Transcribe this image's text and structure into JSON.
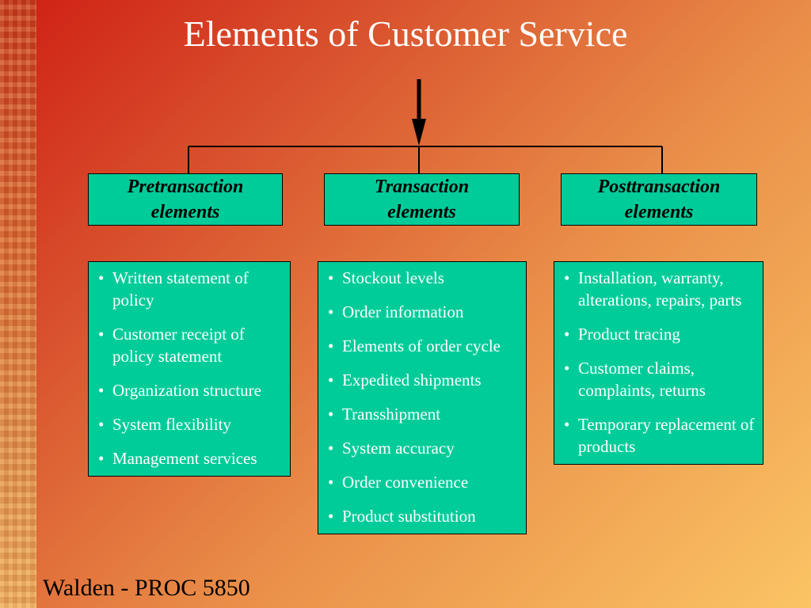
{
  "title": "Elements of Customer Service",
  "categories": [
    {
      "header": [
        "Pretransaction",
        "elements"
      ],
      "items": [
        "Written statement of policy",
        "Customer receipt of policy statement",
        "Organization structure",
        "System flexibility",
        "Management services"
      ]
    },
    {
      "header": [
        "Transaction",
        "elements"
      ],
      "items": [
        "Stockout levels",
        "Order information",
        "Elements of order cycle",
        "Expedited shipments",
        "Transshipment",
        "System accuracy",
        "Order convenience",
        "Product substitution"
      ]
    },
    {
      "header": [
        "Posttransaction",
        "elements"
      ],
      "items": [
        "Installation, warranty, alterations, repairs, parts",
        "Product tracing",
        "Customer claims, complaints, returns",
        "Temporary replacement of products"
      ]
    }
  ],
  "footer": "Walden - PROC 5850",
  "colors": {
    "box_fill": "#00cc99",
    "title_text": "#ffffff",
    "item_text": "#ffffff"
  }
}
